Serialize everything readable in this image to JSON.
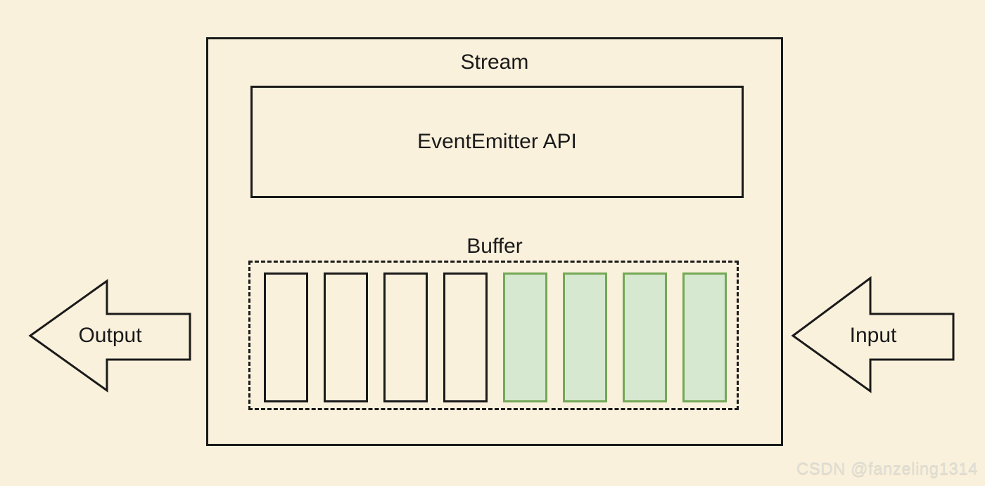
{
  "diagram": {
    "stream_title": "Stream",
    "event_emitter_label": "EventEmitter API",
    "buffer": {
      "label": "Buffer",
      "cells": [
        "empty",
        "empty",
        "empty",
        "empty",
        "filled",
        "filled",
        "filled",
        "filled"
      ],
      "empty_count": 4,
      "filled_count": 4
    },
    "output_label": "Output",
    "input_label": "Input",
    "arrow_direction": "left"
  },
  "watermark": "CSDN @fanzeling1314",
  "colors": {
    "background": "#FAF1DC",
    "line": "#1A1A1A",
    "cell_filled_fill": "#D6E8D0",
    "cell_filled_border": "#73A857",
    "watermark_color": "#DEDED6"
  }
}
